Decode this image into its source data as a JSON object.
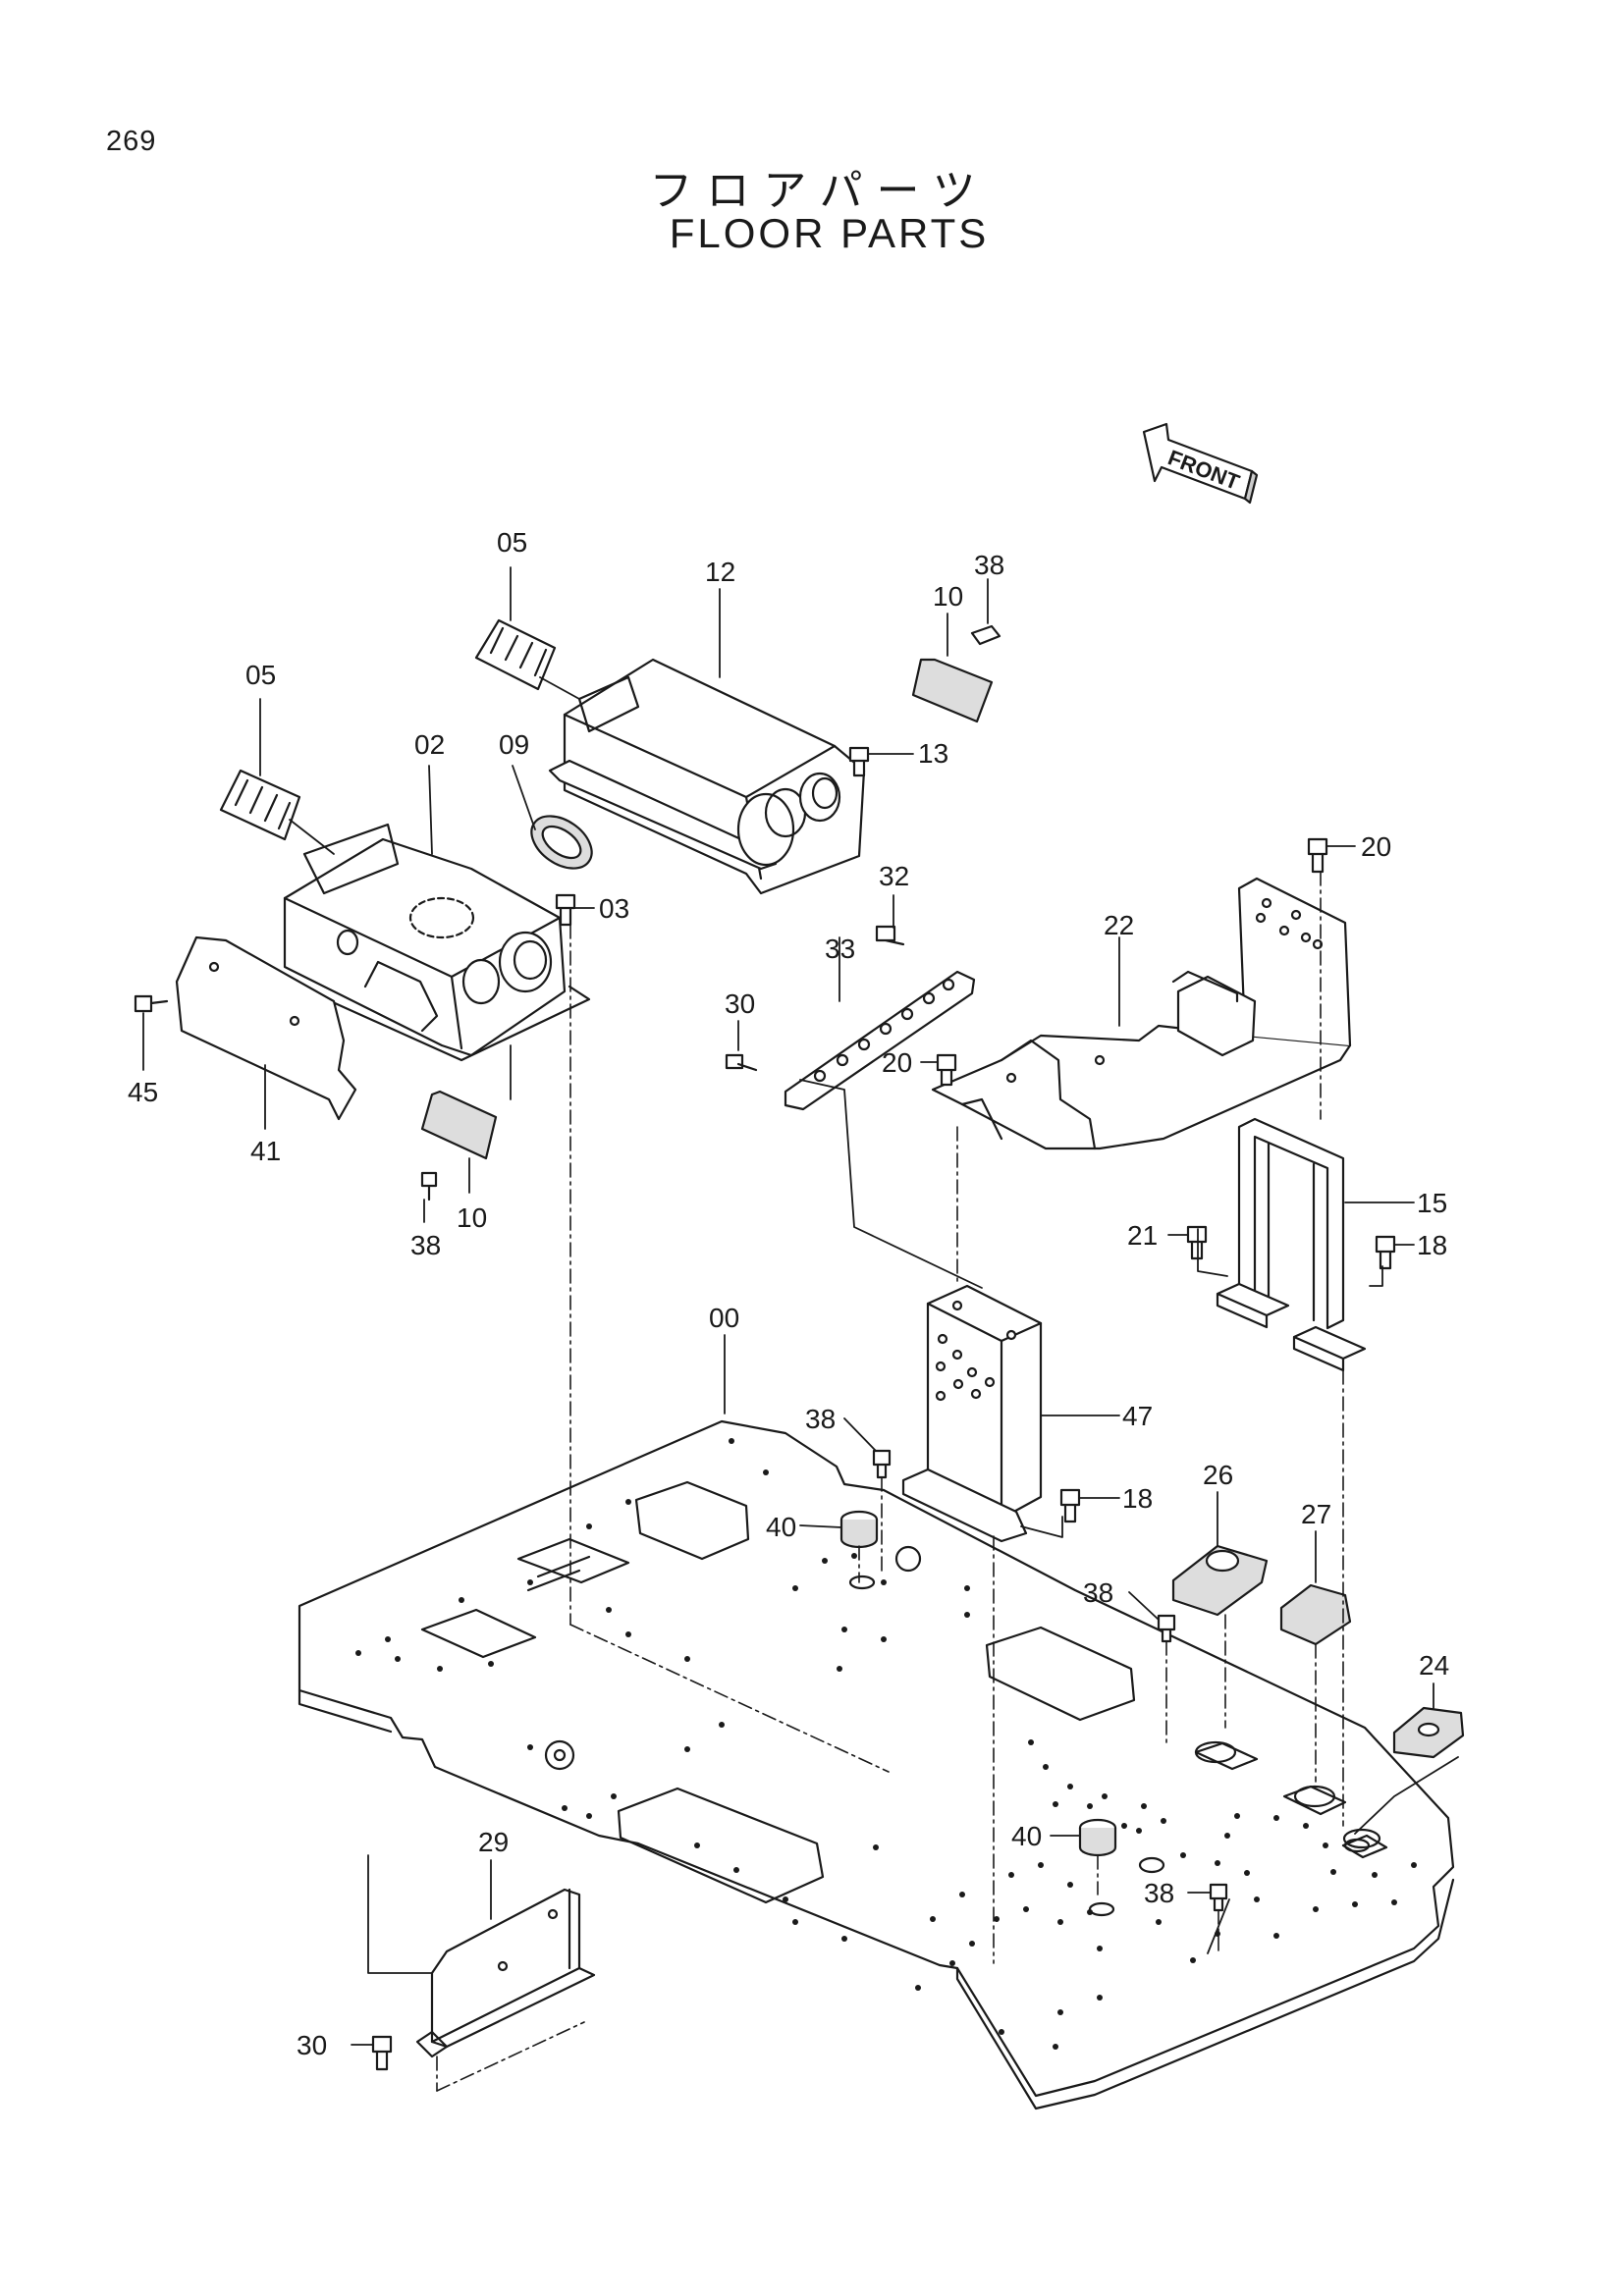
{
  "page": {
    "number": "269"
  },
  "title": {
    "japanese": "フロアパーツ",
    "english": "FLOOR PARTS"
  },
  "front_marker": {
    "label": "FRONT"
  },
  "callouts": [
    {
      "id": "c05a",
      "label": "05"
    },
    {
      "id": "c05b",
      "label": "05"
    },
    {
      "id": "c12",
      "label": "12"
    },
    {
      "id": "c38a",
      "label": "38"
    },
    {
      "id": "c10a",
      "label": "10"
    },
    {
      "id": "c13",
      "label": "13"
    },
    {
      "id": "c02",
      "label": "02"
    },
    {
      "id": "c09",
      "label": "09"
    },
    {
      "id": "c03",
      "label": "03"
    },
    {
      "id": "c20a",
      "label": "20"
    },
    {
      "id": "c32",
      "label": "32"
    },
    {
      "id": "c33",
      "label": "33"
    },
    {
      "id": "c22",
      "label": "22"
    },
    {
      "id": "c30a",
      "label": "30"
    },
    {
      "id": "c20b",
      "label": "20"
    },
    {
      "id": "c45",
      "label": "45"
    },
    {
      "id": "c41",
      "label": "41"
    },
    {
      "id": "c38b",
      "label": "38"
    },
    {
      "id": "c10b",
      "label": "10"
    },
    {
      "id": "c15",
      "label": "15"
    },
    {
      "id": "c21",
      "label": "21"
    },
    {
      "id": "c18a",
      "label": "18"
    },
    {
      "id": "c00",
      "label": "00"
    },
    {
      "id": "c47",
      "label": "47"
    },
    {
      "id": "c38c",
      "label": "38"
    },
    {
      "id": "c18b",
      "label": "18"
    },
    {
      "id": "c40a",
      "label": "40"
    },
    {
      "id": "c26",
      "label": "26"
    },
    {
      "id": "c27",
      "label": "27"
    },
    {
      "id": "c38d",
      "label": "38"
    },
    {
      "id": "c24",
      "label": "24"
    },
    {
      "id": "c29",
      "label": "29"
    },
    {
      "id": "c40b",
      "label": "40"
    },
    {
      "id": "c38e",
      "label": "38"
    },
    {
      "id": "c30b",
      "label": "30"
    }
  ]
}
